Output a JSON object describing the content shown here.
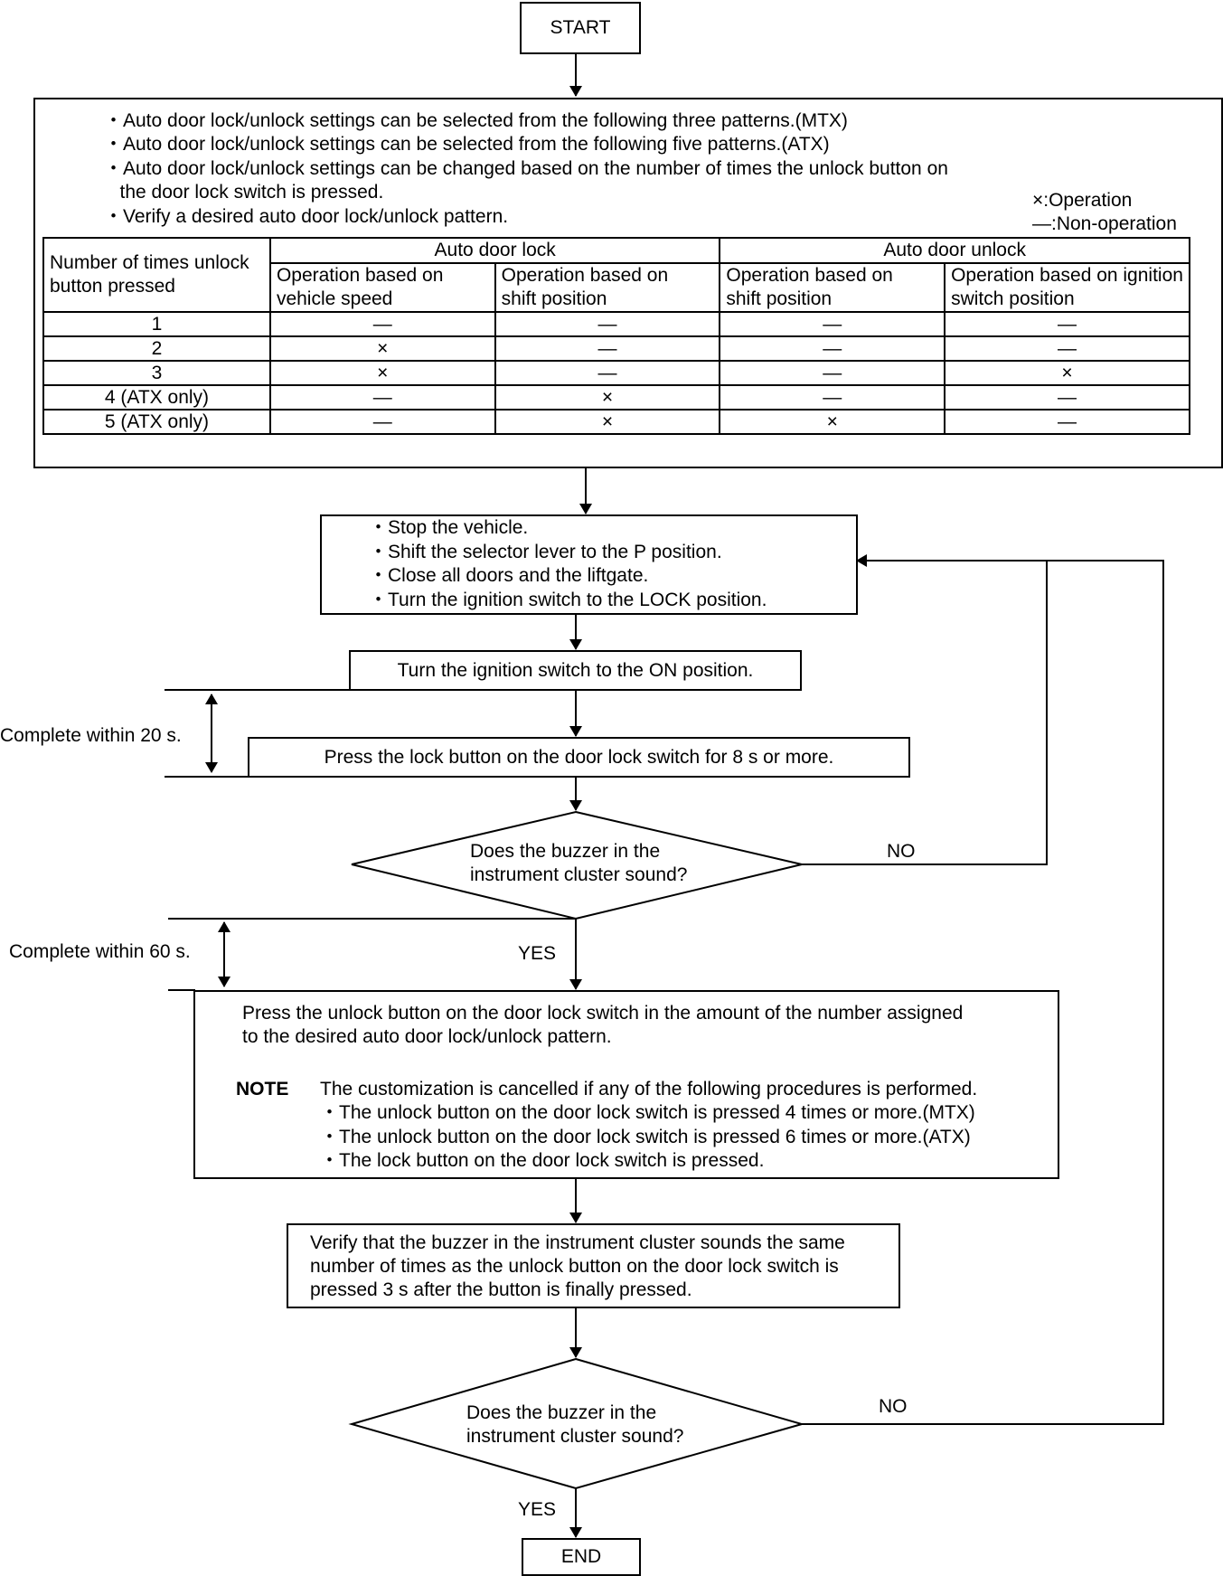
{
  "start": "START",
  "end": "END",
  "info": {
    "bullets": [
      "・Auto door lock/unlock settings can be selected from the following three patterns.(MTX)",
      "・Auto door lock/unlock settings can be selected from the following five patterns.(ATX)",
      "・Auto door lock/unlock settings can be changed based on the number of times the unlock button on",
      "   the door lock switch is pressed.",
      "・Verify a desired auto door lock/unlock pattern."
    ],
    "legend_operation": "×:Operation",
    "legend_non_operation": "—:Non-operation"
  },
  "table": {
    "header_rows_label": "Number of times unlock\nbutton pressed",
    "group_lock": "Auto door lock",
    "group_unlock": "Auto door unlock",
    "columns": [
      "Operation based on\nvehicle speed",
      "Operation based on\nshift position",
      "Operation based on\nshift position",
      "Operation based on ignition\nswitch position"
    ],
    "rows": [
      {
        "label": "1",
        "cells": [
          "—",
          "—",
          "—",
          "—"
        ]
      },
      {
        "label": "2",
        "cells": [
          "×",
          "—",
          "—",
          "—"
        ]
      },
      {
        "label": "3",
        "cells": [
          "×",
          "—",
          "—",
          "×"
        ]
      },
      {
        "label": "4 (ATX only)",
        "cells": [
          "—",
          "×",
          "—",
          "—"
        ]
      },
      {
        "label": "5 (ATX only)",
        "cells": [
          "—",
          "×",
          "×",
          "—"
        ]
      }
    ]
  },
  "steps": {
    "prep": [
      "・Stop the vehicle.",
      "・Shift the selector lever to the P position.",
      "・Close all doors and the liftgate.",
      "・Turn the ignition switch to the LOCK position."
    ],
    "ignition_on": "Turn the ignition switch to the ON position.",
    "press_lock": "Press the lock button on the door lock switch for 8 s or more.",
    "decision1": "Does the buzzer in the\ninstrument cluster sound?",
    "press_unlock": "Press the unlock button on the door lock switch in the amount of the number assigned\nto the desired auto door lock/unlock pattern.",
    "note_label": "NOTE",
    "note_text": "The customization is cancelled if any of the following procedures is performed.",
    "note_bullets": [
      "・The unlock button on the door lock switch is pressed 4 times or more.(MTX)",
      "・The unlock button on the door lock switch is pressed 6 times or more.(ATX)",
      "・The lock button on the door lock switch is pressed."
    ],
    "verify": "Verify that the buzzer in the instrument cluster sounds the same\nnumber of times as the unlock button on the door lock switch is\npressed 3 s after the button is finally pressed.",
    "decision2": "Does the buzzer in the\ninstrument cluster sound?"
  },
  "labels": {
    "yes1": "YES",
    "no1": "NO",
    "yes2": "YES",
    "no2": "NO",
    "within20": "Complete within 20 s.",
    "within60": "Complete within 60 s."
  }
}
